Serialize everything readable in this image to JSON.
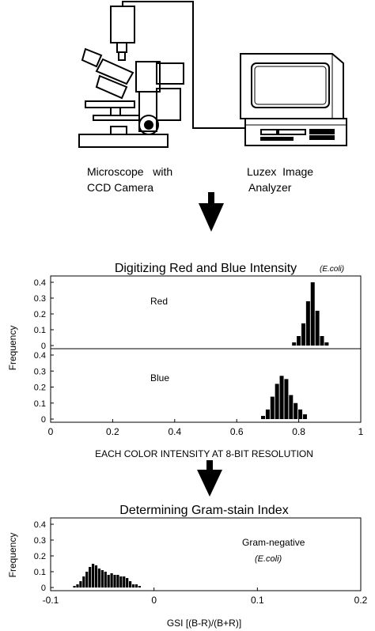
{
  "hardware": {
    "microscope_label_line1": "Microscope   with",
    "microscope_label_line2": "CCD Camera",
    "analyzer_label_line1": "Luzex  Image",
    "analyzer_label_line2": "Analyzer"
  },
  "chart_data": [
    {
      "type": "bar",
      "title": "Digitizing Red and Blue Intensity",
      "title_note": "(E.coli)",
      "ylabel": "Frequency",
      "xlabel": "EACH COLOR INTENSITY AT 8-BIT RESOLUTION",
      "xlim": [
        0,
        1
      ],
      "x_ticks": [
        "0",
        "0.2",
        "0.4",
        "0.6",
        "0.8",
        "1"
      ],
      "grid": false,
      "panels": [
        {
          "label": "Red",
          "ylim": [
            0,
            0.4
          ],
          "y_ticks": [
            "0",
            "0.1",
            "0.2",
            "0.3",
            "0.4"
          ],
          "bars": [
            {
              "x": 0.785,
              "y": 0.02
            },
            {
              "x": 0.8,
              "y": 0.06
            },
            {
              "x": 0.815,
              "y": 0.14
            },
            {
              "x": 0.83,
              "y": 0.28
            },
            {
              "x": 0.845,
              "y": 0.4
            },
            {
              "x": 0.86,
              "y": 0.22
            },
            {
              "x": 0.875,
              "y": 0.06
            },
            {
              "x": 0.89,
              "y": 0.02
            }
          ]
        },
        {
          "label": "Blue",
          "ylim": [
            0,
            0.4
          ],
          "y_ticks": [
            "0",
            "0.1",
            "0.2",
            "0.3",
            "0.4"
          ],
          "bars": [
            {
              "x": 0.685,
              "y": 0.02
            },
            {
              "x": 0.7,
              "y": 0.06
            },
            {
              "x": 0.715,
              "y": 0.14
            },
            {
              "x": 0.73,
              "y": 0.22
            },
            {
              "x": 0.745,
              "y": 0.27
            },
            {
              "x": 0.76,
              "y": 0.25
            },
            {
              "x": 0.775,
              "y": 0.15
            },
            {
              "x": 0.79,
              "y": 0.1
            },
            {
              "x": 0.805,
              "y": 0.06
            },
            {
              "x": 0.82,
              "y": 0.03
            }
          ]
        }
      ]
    },
    {
      "type": "bar",
      "title": "Determining Gram-stain Index",
      "ylabel": "Frequency",
      "xlabel": "GSI [(B-R)/(B+R)]",
      "xlim": [
        -0.1,
        0.2
      ],
      "x_ticks": [
        "-0.1",
        "0",
        "0.1",
        "0.2"
      ],
      "ylim": [
        0,
        0.4
      ],
      "y_ticks": [
        "0",
        "0.1",
        "0.2",
        "0.3",
        "0.4"
      ],
      "grid": false,
      "annotation_line1": "Gram-negative",
      "annotation_line2": "(E.coli)",
      "bars": [
        {
          "x": -0.077,
          "y": 0.01
        },
        {
          "x": -0.074,
          "y": 0.02
        },
        {
          "x": -0.071,
          "y": 0.04
        },
        {
          "x": -0.068,
          "y": 0.07
        },
        {
          "x": -0.065,
          "y": 0.1
        },
        {
          "x": -0.062,
          "y": 0.13
        },
        {
          "x": -0.059,
          "y": 0.15
        },
        {
          "x": -0.056,
          "y": 0.14
        },
        {
          "x": -0.053,
          "y": 0.12
        },
        {
          "x": -0.05,
          "y": 0.11
        },
        {
          "x": -0.047,
          "y": 0.1
        },
        {
          "x": -0.044,
          "y": 0.08
        },
        {
          "x": -0.041,
          "y": 0.09
        },
        {
          "x": -0.038,
          "y": 0.08
        },
        {
          "x": -0.035,
          "y": 0.08
        },
        {
          "x": -0.032,
          "y": 0.07
        },
        {
          "x": -0.029,
          "y": 0.07
        },
        {
          "x": -0.026,
          "y": 0.06
        },
        {
          "x": -0.023,
          "y": 0.04
        },
        {
          "x": -0.02,
          "y": 0.02
        },
        {
          "x": -0.017,
          "y": 0.02
        },
        {
          "x": -0.014,
          "y": 0.01
        }
      ]
    }
  ]
}
